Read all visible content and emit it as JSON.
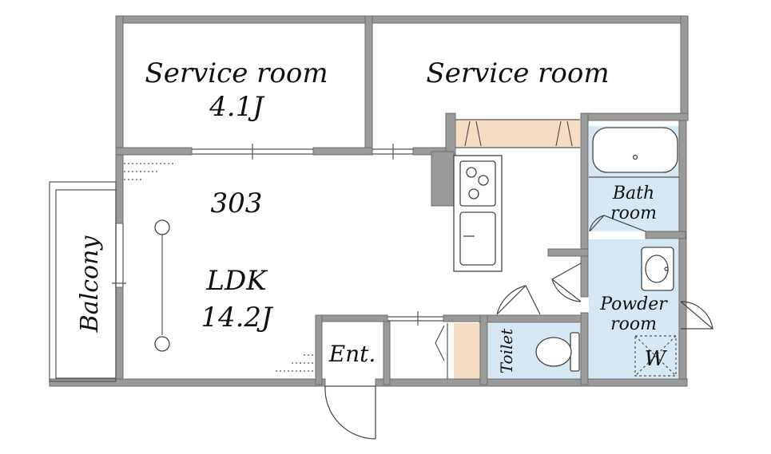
{
  "plan": {
    "unit_number": "303",
    "colors": {
      "wet_area": "#d6e8f4",
      "closet": "#f5dcc3",
      "wall": "#9a9a9a",
      "background": "#ffffff"
    },
    "rooms": {
      "service_room_left": {
        "name": "Service room",
        "size": "4.1J"
      },
      "service_room_right": {
        "name": "Service room"
      },
      "ldk": {
        "name": "LDK",
        "size": "14.2J"
      },
      "balcony": {
        "name": "Balcony"
      },
      "entrance": {
        "name": "Ent."
      },
      "bath": {
        "line1": "Bath",
        "line2": "room"
      },
      "powder": {
        "line1": "Powder",
        "line2": "room"
      },
      "toilet": {
        "name": "Toilet"
      },
      "washer": {
        "name": "W"
      }
    }
  }
}
